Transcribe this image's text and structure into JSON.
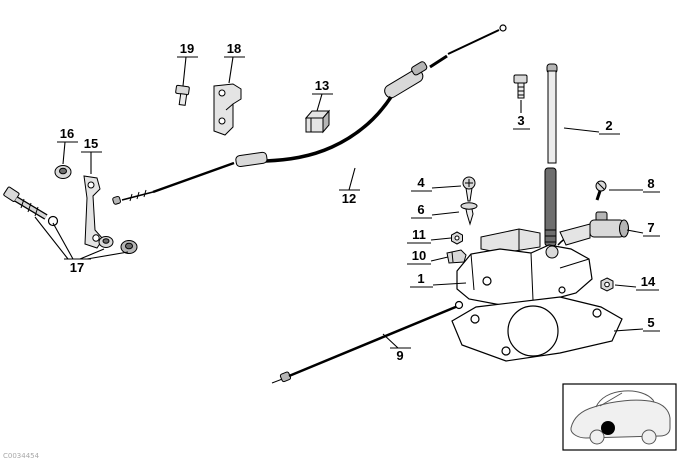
{
  "diagram": {
    "type": "exploded-parts-diagram",
    "subject": "shift-interlock-mechanism",
    "callouts": [
      "1",
      "2",
      "3",
      "4",
      "5",
      "6",
      "7",
      "8",
      "9",
      "10",
      "11",
      "12",
      "13",
      "14",
      "15",
      "16",
      "17",
      "18",
      "19"
    ],
    "watermark": "C0034454",
    "colors": {
      "line": "#000000",
      "background": "#ffffff",
      "metal_light": "#ececec",
      "metal_mid": "#d9d9d9",
      "metal_dark": "#6e6e6e",
      "inset_dot": "#000000"
    }
  }
}
